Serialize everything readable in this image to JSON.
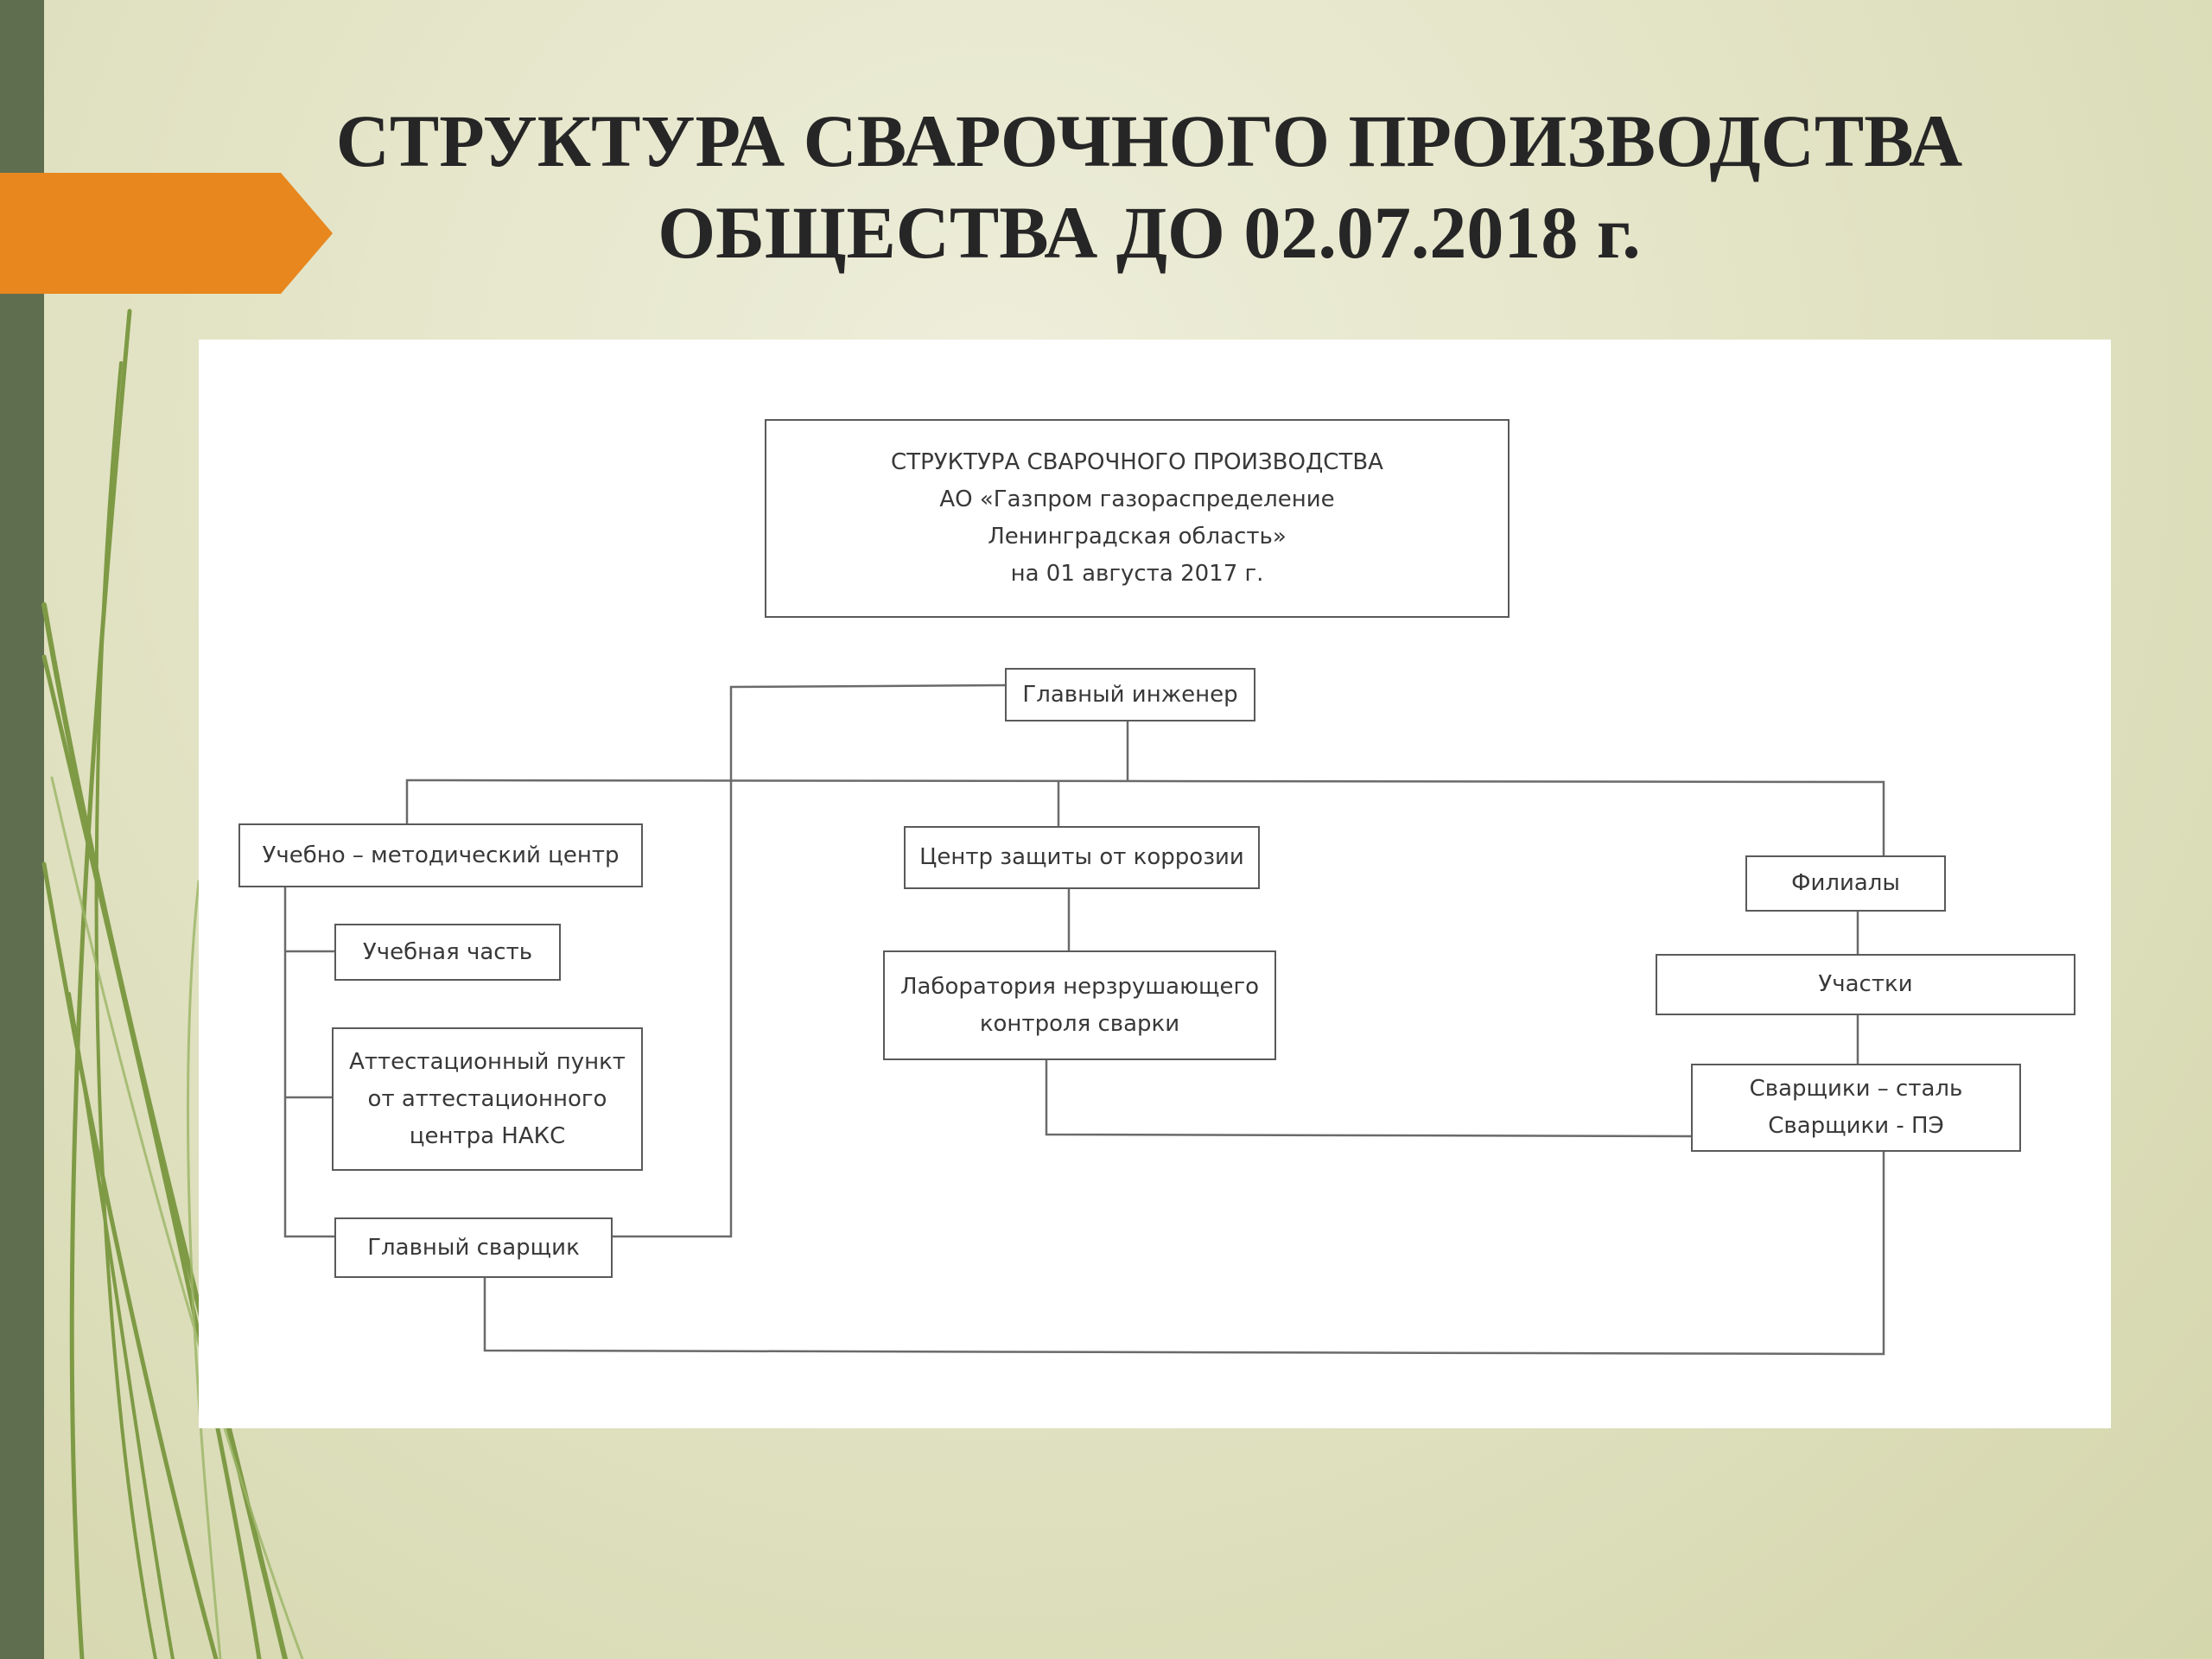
{
  "slide": {
    "title_line1": "СТРУКТУРА СВАРОЧНОГО ПРОИЗВОДСТВА",
    "title_line2": "ОБЩЕСТВА ДО 02.07.2018 г."
  },
  "colors": {
    "sidebar": "#5e6e4f",
    "accent_arrow": "#e8871e",
    "grass": "#7e9a45",
    "background": "#e3e4c6"
  },
  "diagram": {
    "header": {
      "line1": "СТРУКТУРА СВАРОЧНОГО ПРОИЗВОДСТВА",
      "line2": "АО «Газпром газораспределение",
      "line3": "Ленинградская область»",
      "line4": "на 01 августа 2017 г."
    },
    "nodes": {
      "chief_engineer": "Главный инженер",
      "training_center": "Учебно – методический центр",
      "training_unit": "Учебная часть",
      "attestation_line1": "Аттестационный пункт",
      "attestation_line2": "от аттестационного",
      "attestation_line3": "центра НАКС",
      "chief_welder": "Главный сварщик",
      "corrosion_center": "Центр защиты от коррозии",
      "lab_line1": "Лаборатория нерзрушающего",
      "lab_line2": "контроля сварки",
      "branches": "Филиалы",
      "sections": "Участки",
      "welders_line1": "Сварщики – сталь",
      "welders_line2": "Сварщики - ПЭ"
    }
  }
}
